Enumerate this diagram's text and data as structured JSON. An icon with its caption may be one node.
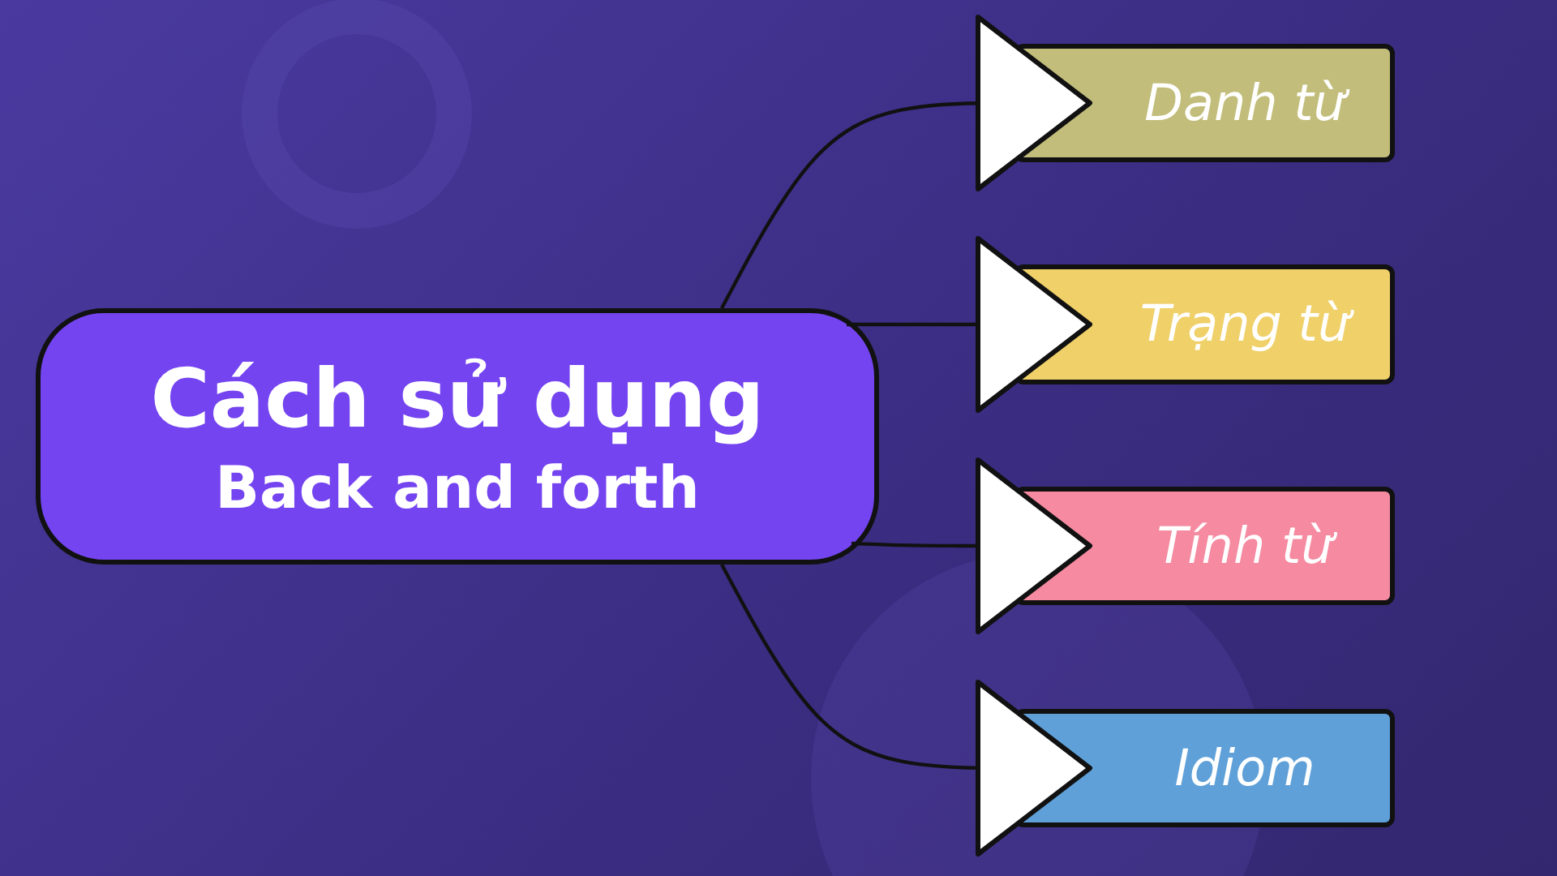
{
  "diagram": {
    "nodes": [
      {
        "text": [
          "Cách sử dụng",
          "Back and forth"
        ]
      },
      {
        "text": [
          "Danh từ"
        ]
      },
      {
        "text": [
          "Trạng từ"
        ]
      },
      {
        "text": [
          "Tính từ"
        ]
      },
      {
        "text": [
          "Idiom"
        ]
      }
    ],
    "edges": [
      {
        "from": 0,
        "to": 1,
        "arrow": "to"
      },
      {
        "from": 0,
        "to": 2,
        "arrow": "to"
      },
      {
        "from": 0,
        "to": 3,
        "arrow": "to"
      },
      {
        "from": 0,
        "to": 4,
        "arrow": "to"
      }
    ]
  }
}
